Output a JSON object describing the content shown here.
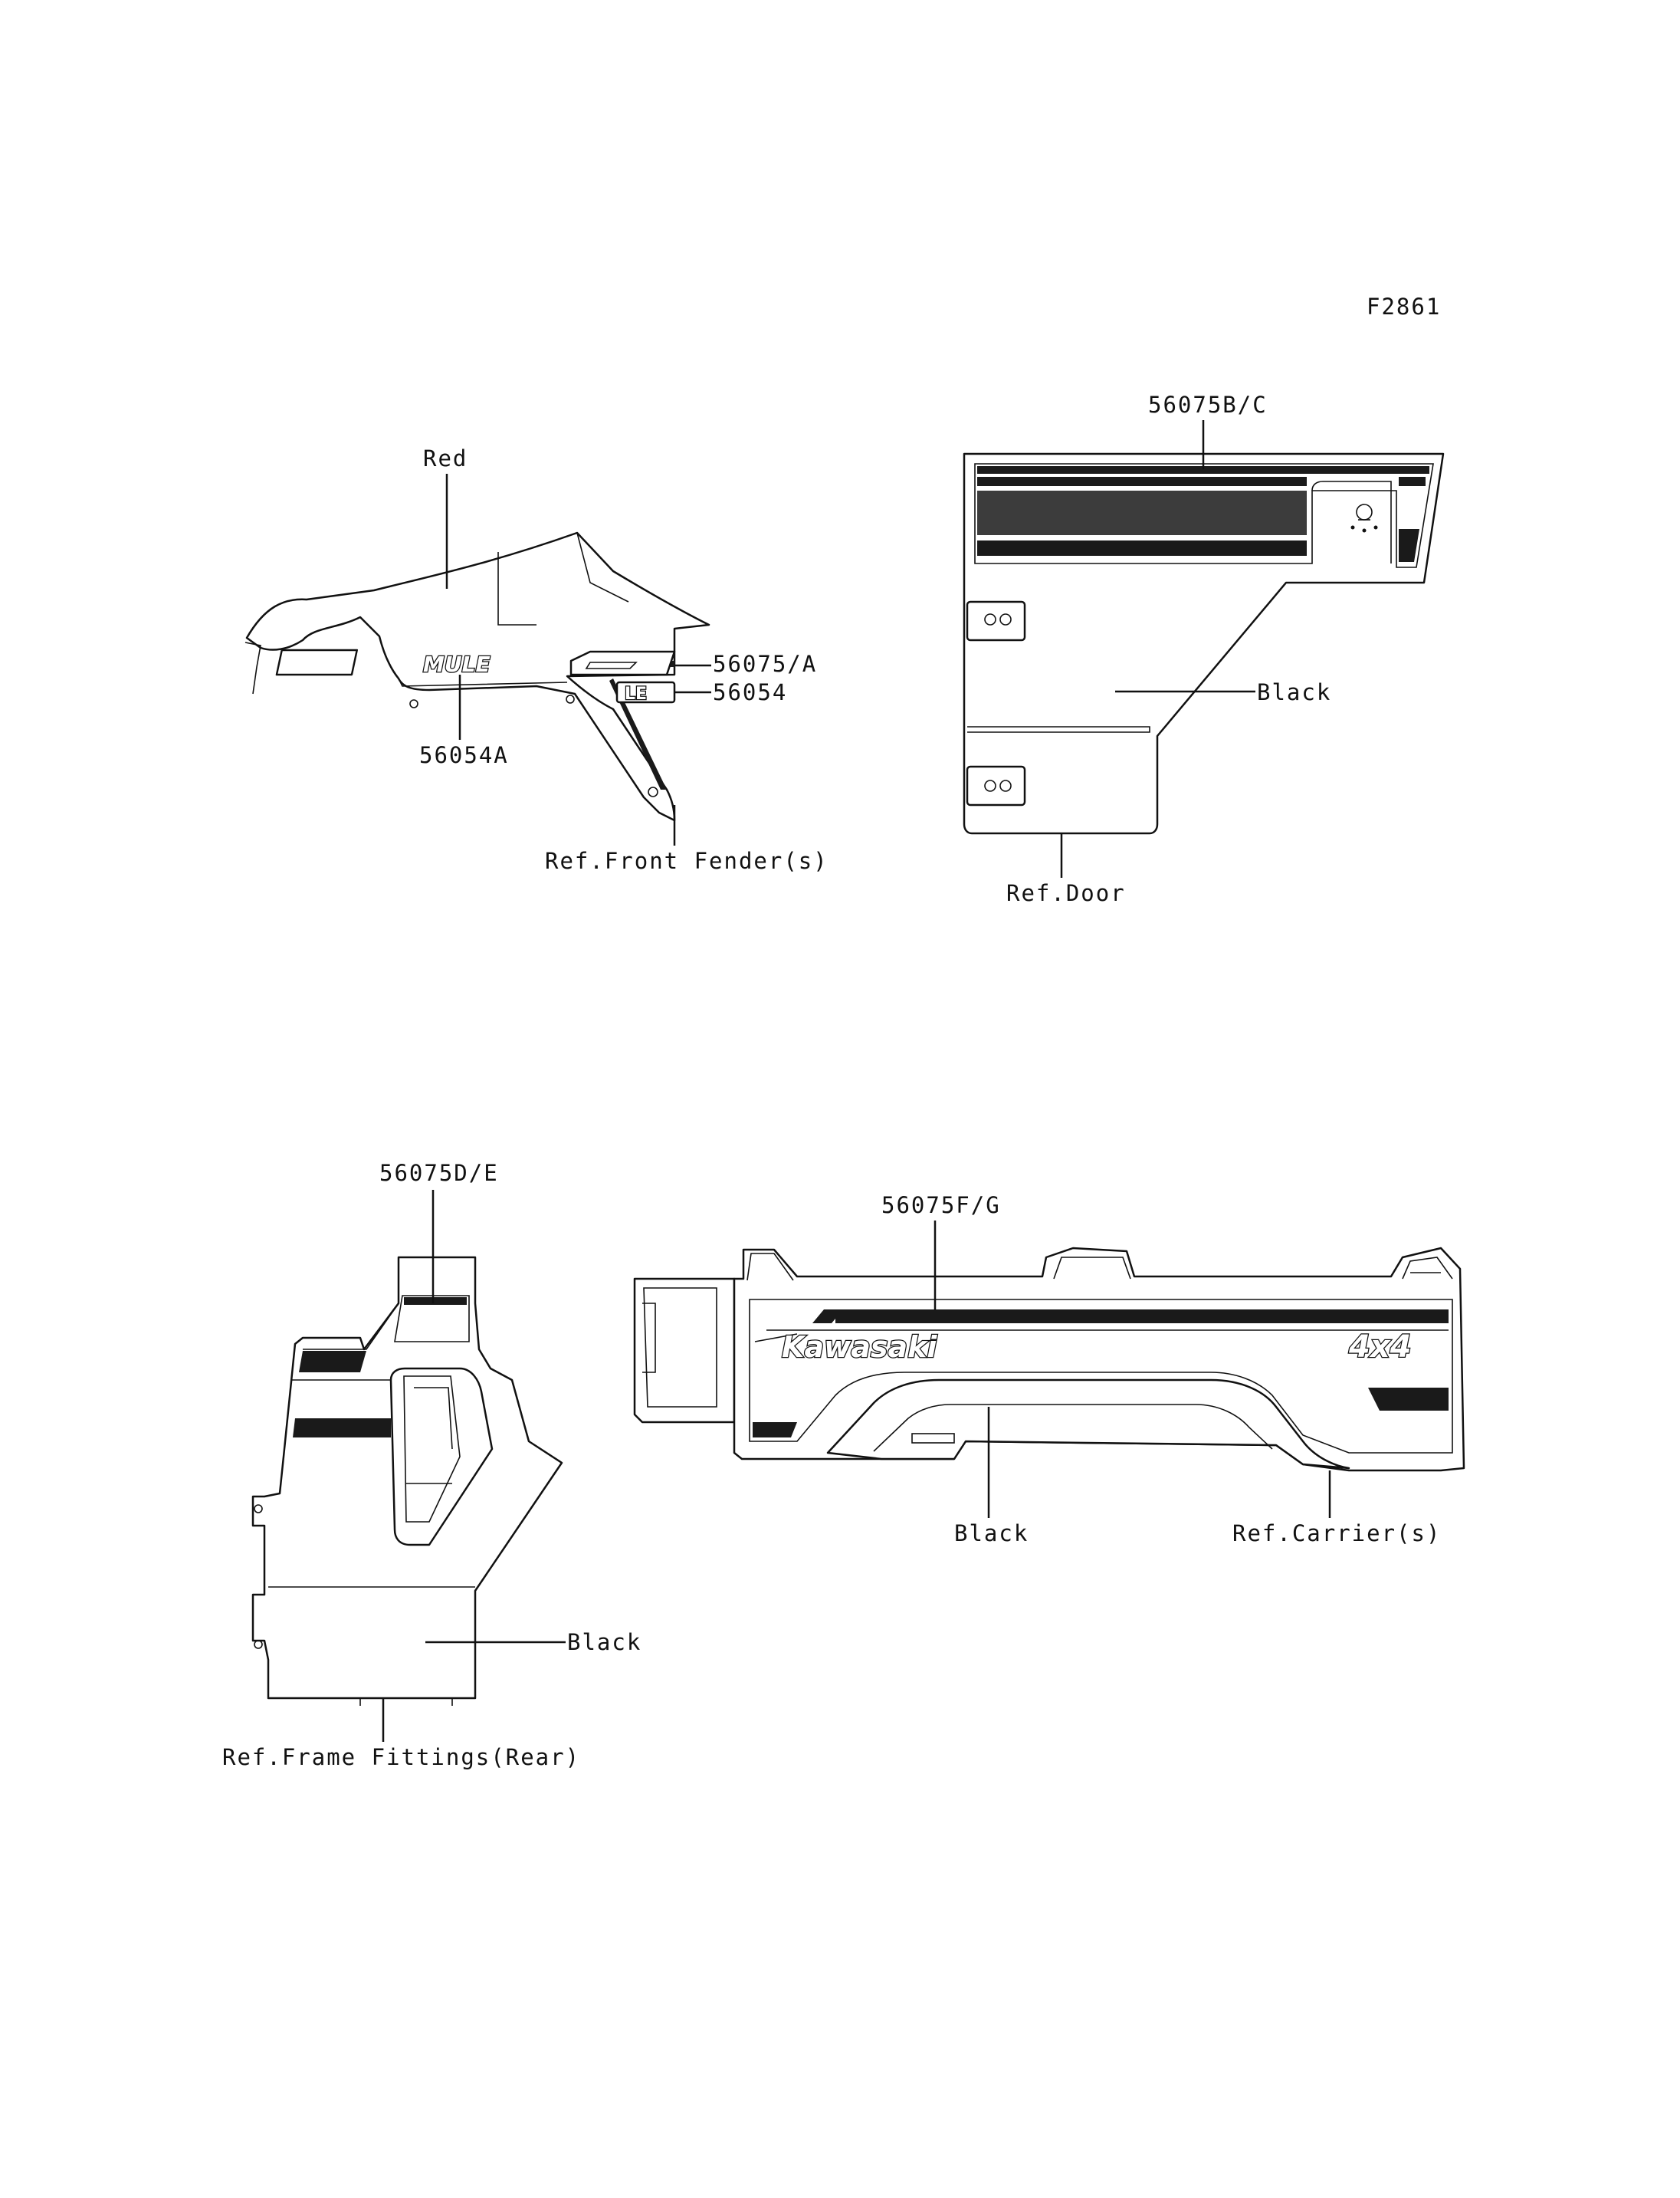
{
  "figure_id": "F2861",
  "callouts": {
    "fender_color": "Red",
    "fender_part_a": "56075/A",
    "fender_part_b": "56054",
    "fender_part_c": "56054A",
    "fender_ref": "Ref.Front Fender(s)",
    "door_part": "56075B/C",
    "door_color": "Black",
    "door_ref": "Ref.Door",
    "frame_part": "56075D/E",
    "frame_color": "Black",
    "frame_ref": "Ref.Frame Fittings(Rear)",
    "carrier_part": "56075F/G",
    "carrier_color": "Black",
    "carrier_ref": "Ref.Carrier(s)"
  },
  "decal_text": {
    "mule_logo": "MULE",
    "le_badge": "LE",
    "kawasaki_logo": "Kawasaki",
    "four_by_four": "4x4"
  },
  "colors": {
    "line": "#111111",
    "band": "#1a1a1a",
    "background": "#ffffff"
  }
}
